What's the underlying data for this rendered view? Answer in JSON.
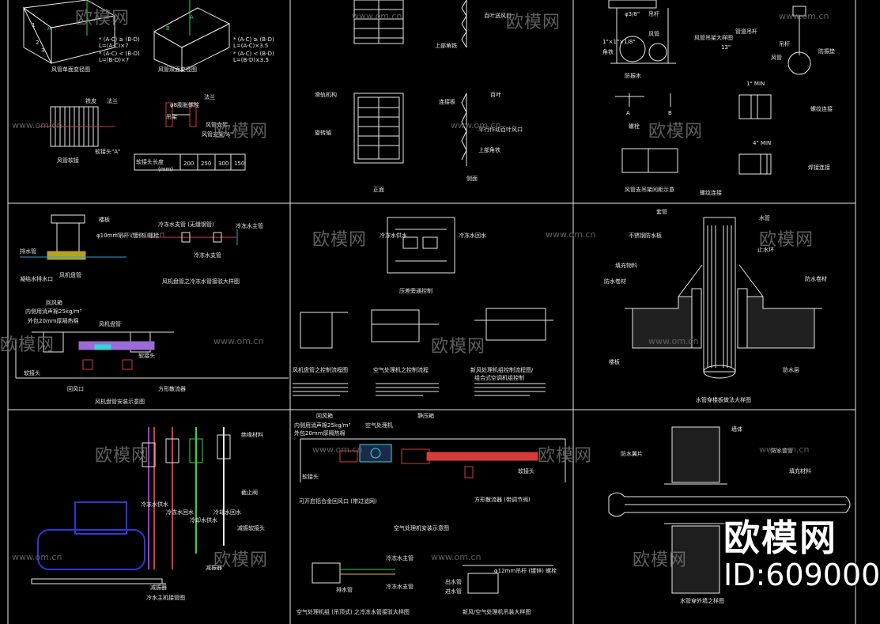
{
  "labels": {
    "l1": "风管单面变径图",
    "l2": "风管双面变径图",
    "l3": "风管软接",
    "l4": "铁皮",
    "l5": "法兰",
    "l6": "φ8膨胀螺栓",
    "l7": "法兰",
    "l8": "风管支架",
    "l9": "吊架",
    "l10": "软接头长度",
    "l11": "(mm)",
    "l12": "200",
    "l13": "250",
    "l14": "300",
    "l15": "150",
    "l16": "L=(A-C)×7",
    "l17": "L=(B-D)×7",
    "l18": "L=(A-C)×3.5",
    "l19": "L=(B-D)×3.5",
    "l20": "百叶送风口",
    "l21": "上部角铁",
    "l22": "滑轨机构",
    "l23": "连接板",
    "l24": "旋转轴",
    "l25": "平行作动百叶风口",
    "l26": "上部角铁",
    "l27": "百叶",
    "l28": "正面",
    "l29": "侧面",
    "l30": "φ3/8\"",
    "l31": "吊杆",
    "l32": "1\"×1\"×1/8\"",
    "l33": "角铁",
    "l34": "防振木",
    "l35": "风管",
    "l36": "风管吊架大样图",
    "l37": "13\"",
    "l38": "1\" MIN",
    "l39": "4\" MIN",
    "l40": "风管支吊架间距示意",
    "l41": "螺纹连接",
    "l42": "焊接连接",
    "l43": "管道吊杆",
    "l44": "吊杆",
    "l45": "风管",
    "l46": "防振垫",
    "l47": "螺栓",
    "l48": "冷冻水支管 (无缝钢管)",
    "l49": "冷冻水主管",
    "l50": "φ10mm吊杆 (镀锌) 螺栓",
    "l51": "楼板",
    "l52": "凝结水排水口",
    "l53": "风机盘管",
    "l54": "排水管",
    "l55": "冷冻水支管",
    "l56": "风机盘管之冷冻水管接驳大样图",
    "l57": "回风箱",
    "l58": "内侧用消声棉25kg/m³",
    "l59": "外包20mm厚隔热棉",
    "l60": "风机盘管",
    "l61": "软接头",
    "l62": "软接头",
    "l63": "风机盘管安装示意图",
    "l64": "回风口",
    "l65": "方形散流器",
    "l66": "压差旁通控制",
    "l67": "冷冻水供水",
    "l68": "冷冻水回水",
    "l69": "风机盘管之控制流程图",
    "l70": "空气处理机之控制流程",
    "l71": "新风处理机组控制流程图/",
    "l72": "组合式空调机组控制",
    "l73": "套管",
    "l74": "不锈钢防水板",
    "l75": "填充物料",
    "l76": "防水卷材",
    "l77": "止水环",
    "l78": "楼板",
    "l79": "防水层",
    "l80": "水管",
    "l81": "水管穿楼板做法大样图",
    "l82": "绝缘材料",
    "l83": "冷冻水供水",
    "l84": "冷冻水回水",
    "l85": "冷却水供水",
    "l86": "冷却水回水",
    "l87": "减振器",
    "l88": "减振软接头",
    "l89": "截止阀",
    "l90": "冷水主机接管图",
    "l91": "回风箱",
    "l92": "静压箱",
    "l93": "空气处理机",
    "l94": "内侧用消声棉25kg/m³",
    "l95": "外包20mm厚隔热棉",
    "l96": "软接头",
    "l97": "软接头",
    "l98": "可开启铝合金回风口 (带过滤网)",
    "l99": "方形散流器 (带调节阀)",
    "l100": "空气处理机安装示意图",
    "l101": "冷冻水主管",
    "l102": "冷冻水支管",
    "l103": "排水管",
    "l104": "φ12mm吊杆 (镀锌) 螺栓",
    "l105": "出水管",
    "l106": "进水管",
    "l107": "空气处理机组 (吊顶式) 之冷冻水管接驳大样图",
    "l108": "新风/空气处理机吊装大样图",
    "l109": "墙体",
    "l110": "防水套管",
    "l111": "防水翼片",
    "l112": "填充材料",
    "l113": "水管穿外墙之样图",
    "l114": "1",
    "l115": "2",
    "l116": "3",
    "l117": "A",
    "l118": "B",
    "l119": "A",
    "l120": "B",
    "l121": "A",
    "l122": "* (A-C) ≥ (B-D)",
    "l123": "* (A-C) < (B-D)",
    "l124": "* (A-C) ≥ (B-D)",
    "l125": "* (A-C) < (B-D)",
    "l126": "软接头\"A\"",
    "l127": "风管支架\"A\""
  },
  "watermarks": {
    "brand": "欧模网",
    "url": "www.om.cn"
  },
  "branding": {
    "logo_text": "欧模网",
    "id_text": "ID:609000"
  }
}
